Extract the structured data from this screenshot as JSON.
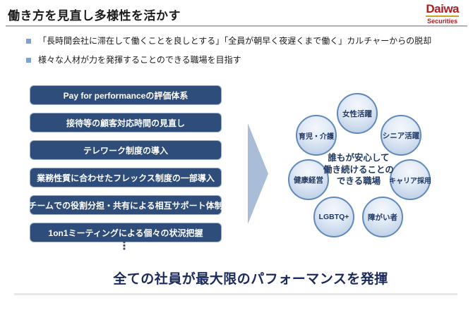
{
  "slide": {
    "title": "働き方を見直し多様性を活かす",
    "logo": {
      "name": "Daiwa",
      "sub": "Securities"
    },
    "bullets": [
      "「長時間会社に滞在して働くことを良しとする」「全員が朝早く夜遅くまで働く」カルチャーからの脱却",
      "様々な人材が力を発揮することのできる職場を目指す"
    ],
    "measures": [
      "Pay for performanceの評価体系",
      "接待等の顧客対応時間の見直し",
      "テレワーク制度の導入",
      "業務性質に合わせたフレックス制度の一部導入",
      "チームでの役割分担・共有による相互サポート体制",
      "1on1ミーティングによる個々の状況把握"
    ],
    "ellipsis": "⋮",
    "diagram": {
      "center": {
        "line1": "誰もが安心して",
        "line2": "働き続けることの",
        "line3": "できる職場"
      },
      "circles": [
        "女性活躍",
        "シニア活躍",
        "キャリア採用",
        "障がい者",
        "LGBTQ+",
        "健康経営",
        "育児・介護"
      ]
    },
    "conclusion": "全ての社員が最大限のパフォーマンスを発揮",
    "colors": {
      "box_navy": "#2e4d7b",
      "circle_border_blue": "#6089bc",
      "circle_fill_light": "#dce7f4",
      "arrow_blue": "#a9bdd9",
      "bullet_blue": "#7aa2d6",
      "text_navy": "#1f3864",
      "conclusion_navy": "#1a2a5c",
      "daiwa_red": "#b01e23",
      "daiwa_gold": "#c9a227"
    }
  }
}
